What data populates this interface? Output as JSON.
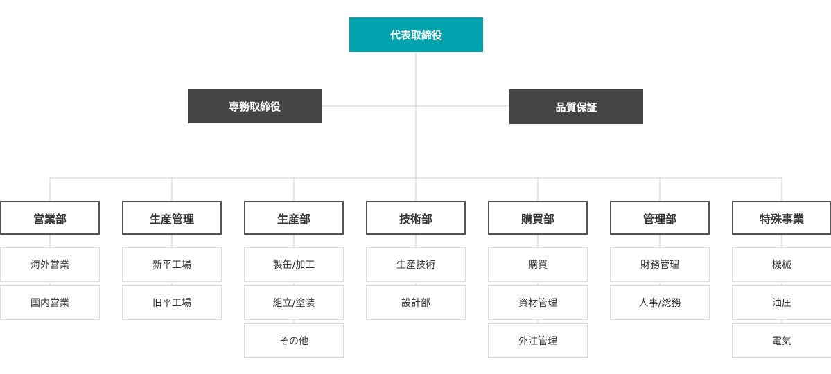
{
  "colors": {
    "accent": "#00a3ad",
    "executive": "#444444",
    "department_border": "#555555",
    "sub_border": "#dddddd",
    "line": "#cccccc"
  },
  "ceo": {
    "label": "代表取締役"
  },
  "executives": [
    {
      "label": "専務取締役"
    },
    {
      "label": "品質保証"
    }
  ],
  "departments": [
    {
      "label": "営業部",
      "subs": [
        "海外営業",
        "国内営業"
      ]
    },
    {
      "label": "生産管理",
      "subs": [
        "新平工場",
        "旧平工場"
      ]
    },
    {
      "label": "生産部",
      "subs": [
        "製缶/加工",
        "組立/塗装",
        "その他"
      ]
    },
    {
      "label": "技術部",
      "subs": [
        "生産技術",
        "設計部"
      ]
    },
    {
      "label": "購買部",
      "subs": [
        "購買",
        "資材管理",
        "外注管理"
      ]
    },
    {
      "label": "管理部",
      "subs": [
        "財務管理",
        "人事/総務"
      ]
    },
    {
      "label": "特殊事業",
      "subs": [
        "機械",
        "油圧",
        "電気"
      ]
    }
  ]
}
